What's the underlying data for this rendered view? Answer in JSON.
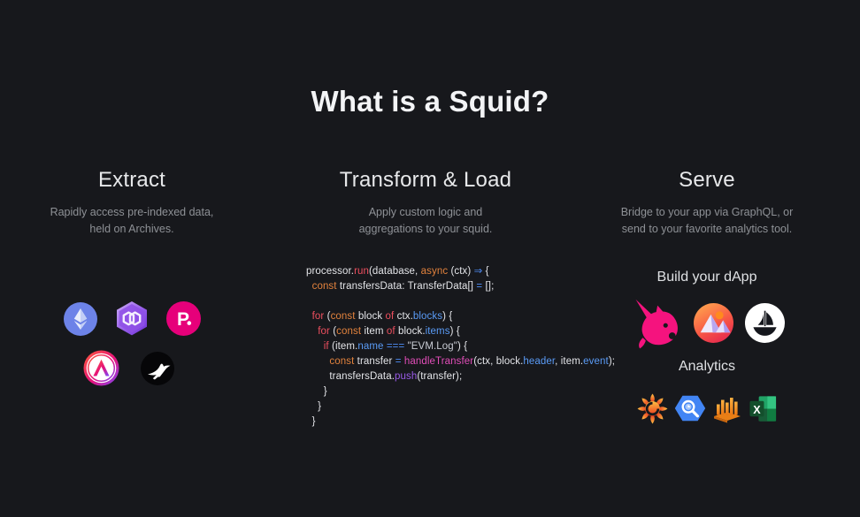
{
  "page": {
    "title": "What is a Squid?",
    "background_color": "#17181c"
  },
  "columns": {
    "extract": {
      "heading": "Extract",
      "description": [
        "Rapidly access pre-indexed data,",
        "held on Archives."
      ],
      "network_icons": [
        "ethereum-icon",
        "polygon-icon",
        "polkadot-icon",
        "acala-icon",
        "swallow-bird-icon"
      ]
    },
    "transform": {
      "heading": "Transform & Load",
      "description": [
        "Apply custom logic and",
        "aggregations to your squid."
      ]
    },
    "serve": {
      "heading": "Serve",
      "description": [
        "Bridge to your app via GraphQL, or",
        "send to your favorite analytics tool."
      ],
      "dapp_section_label": "Build your dApp",
      "dapp_icons": [
        "uniswap-icon",
        "pyramids-metaverse-icon",
        "opensea-icon"
      ],
      "analytics_section_label": "Analytics",
      "analytics_icons": [
        "grafana-icon",
        "bigquery-icon",
        "bar-chart-platform-icon",
        "excel-icon"
      ]
    }
  },
  "code": {
    "colors": {
      "plain": "#e4e5e9",
      "keyword": "#ee4f5f",
      "storage": "#e2823d",
      "property": "#5a9bf6",
      "operator": "#4f8df7",
      "func": "#e14db8",
      "method": "#9a5ce8",
      "string": "#c9ccd4"
    },
    "lines": [
      [
        [
          "processor.",
          "plain"
        ],
        [
          "run",
          "keyword"
        ],
        [
          "(database, ",
          "plain"
        ],
        [
          "async",
          "storage"
        ],
        [
          " (ctx) ",
          "plain"
        ],
        [
          "⇒",
          "operator"
        ],
        [
          " {",
          "plain"
        ]
      ],
      [
        [
          "  ",
          "plain"
        ],
        [
          "const",
          "storage"
        ],
        [
          " transfersData: TransferData[] ",
          "plain"
        ],
        [
          "=",
          "operator"
        ],
        [
          " [];",
          "plain"
        ]
      ],
      [],
      [
        [
          "  ",
          "plain"
        ],
        [
          "for",
          "keyword"
        ],
        [
          " (",
          "plain"
        ],
        [
          "const",
          "storage"
        ],
        [
          " block ",
          "plain"
        ],
        [
          "of",
          "keyword"
        ],
        [
          " ctx.",
          "plain"
        ],
        [
          "blocks",
          "property"
        ],
        [
          ") {",
          "plain"
        ]
      ],
      [
        [
          "    ",
          "plain"
        ],
        [
          "for",
          "keyword"
        ],
        [
          " (",
          "plain"
        ],
        [
          "const",
          "storage"
        ],
        [
          " item ",
          "plain"
        ],
        [
          "of",
          "keyword"
        ],
        [
          " block.",
          "plain"
        ],
        [
          "items",
          "property"
        ],
        [
          ") {",
          "plain"
        ]
      ],
      [
        [
          "      ",
          "plain"
        ],
        [
          "if",
          "keyword"
        ],
        [
          " (item.",
          "plain"
        ],
        [
          "name",
          "property"
        ],
        [
          " ",
          "plain"
        ],
        [
          "===",
          "operator"
        ],
        [
          " ",
          "plain"
        ],
        [
          "\"EVM.Log\"",
          "string"
        ],
        [
          ") {",
          "plain"
        ]
      ],
      [
        [
          "        ",
          "plain"
        ],
        [
          "const",
          "storage"
        ],
        [
          " transfer ",
          "plain"
        ],
        [
          "=",
          "operator"
        ],
        [
          " ",
          "plain"
        ],
        [
          "handleTransfer",
          "func"
        ],
        [
          "(ctx, block.",
          "plain"
        ],
        [
          "header",
          "property"
        ],
        [
          ", item.",
          "plain"
        ],
        [
          "event",
          "property"
        ],
        [
          ");",
          "plain"
        ]
      ],
      [
        [
          "        transfersData.",
          "plain"
        ],
        [
          "push",
          "method"
        ],
        [
          "(transfer);",
          "plain"
        ]
      ],
      [
        [
          "      }",
          "plain"
        ]
      ],
      [
        [
          "    }",
          "plain"
        ]
      ],
      [
        [
          "  }",
          "plain"
        ]
      ]
    ]
  }
}
